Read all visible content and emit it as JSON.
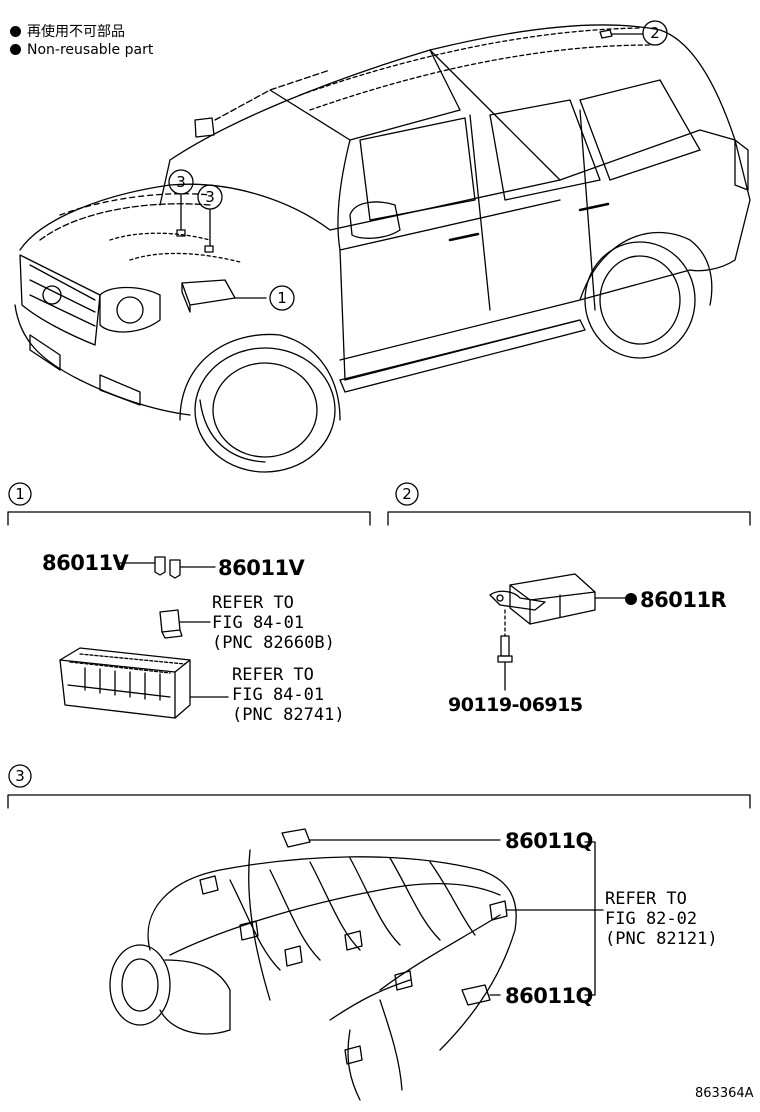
{
  "legend": {
    "japanese": "再使用不可部品",
    "english": "Non-reusable part"
  },
  "callouts": {
    "c1": "1",
    "c2": "2",
    "c3": "3"
  },
  "section1": {
    "label": "1",
    "part_top_left": "86011V",
    "part_top_right": "86011V",
    "ref_a": {
      "line1": "REFER TO",
      "line2": "FIG 84-01",
      "line3": "(PNC 82660B)"
    },
    "ref_b": {
      "line1": "REFER TO",
      "line2": "FIG 84-01",
      "line3": "(PNC 82741)"
    }
  },
  "section2": {
    "label": "2",
    "part": "86011R",
    "bolt": "90119-06915"
  },
  "section3": {
    "label": "3",
    "part_top": "86011Q",
    "part_bottom": "86011Q",
    "ref": {
      "line1": "REFER TO",
      "line2": "FIG 82-02",
      "line3": "(PNC 82121)"
    }
  },
  "footer": {
    "code": "863364A"
  }
}
